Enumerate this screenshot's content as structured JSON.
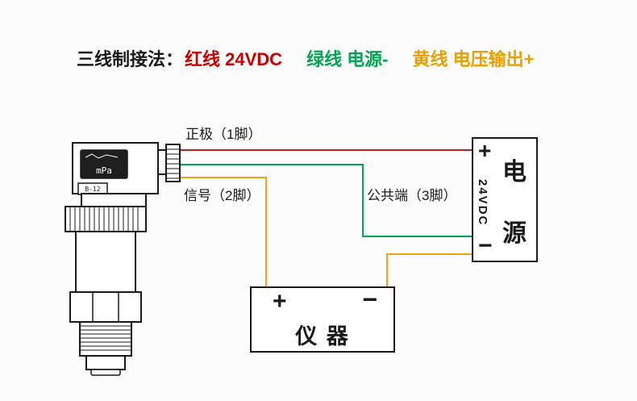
{
  "title": {
    "prefix": "三线制接法：",
    "segments": [
      {
        "text": "红线 24VDC",
        "color": "#cc0000"
      },
      {
        "text": "绿线 电源-",
        "color": "#00a651"
      },
      {
        "text": "黄线 电压输出+",
        "color": "#e8a000"
      }
    ]
  },
  "colors": {
    "red_wire": "#b42222",
    "green_wire": "#00a651",
    "yellow_wire": "#eda514",
    "outline": "#1a1a1a"
  },
  "wire_labels": {
    "positive": "正极（1脚）",
    "signal": "信号（2脚）",
    "common": "公共端（3脚）"
  },
  "transmitter": {
    "display": "mPa",
    "tag": "B-12"
  },
  "power_supply": {
    "plus": "+",
    "minus": "−",
    "rating": "24VDC",
    "name_char1": "电",
    "name_char2": "源"
  },
  "instrument": {
    "plus": "+",
    "minus": "−",
    "name": "仪 器"
  }
}
